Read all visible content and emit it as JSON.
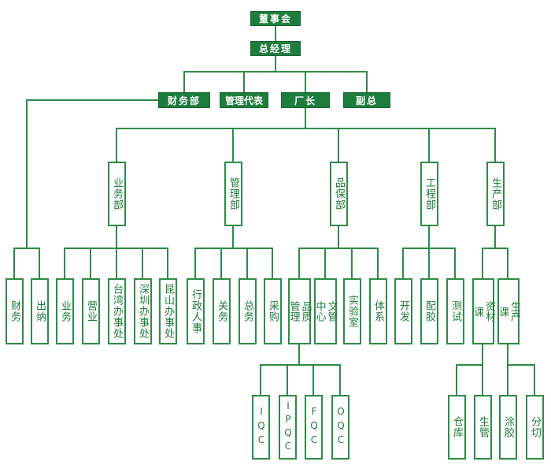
{
  "chart": {
    "board": "董事会",
    "gm": "总经理",
    "level2": {
      "finance": "财务部",
      "mgmt_rep": "管理代表",
      "factory_director": "厂长",
      "vice_gm": "副总"
    },
    "depts": {
      "business": "业务部",
      "admin": "管理部",
      "quality": "品保部",
      "engineering": "工程部",
      "production": "生产部"
    },
    "leaves": {
      "accounting": "财务",
      "cashier": "出纳",
      "sales": "业务",
      "marketing": "营业",
      "taiwan_office": "台湾办事处",
      "shenzhen_office": "深圳办事处",
      "kunshan_office": "昆山办事处",
      "hr": "行政人事",
      "relations": "关务",
      "general_affairs": "总务",
      "purchasing": "采购",
      "qm_line1": "品质",
      "qm_line2": "管理",
      "doc_line1": "文管",
      "doc_line2": "中心",
      "lab": "实验室",
      "system": "体系",
      "development": "开发",
      "compounding": "配胶",
      "testing": "测试",
      "mc_line1": "资材",
      "mc_line2": "课",
      "pd_line1": "生产",
      "pd_line2": "课"
    },
    "sub": {
      "iqc": "IQC",
      "ipqc": "IPQC",
      "fqc": "FQC",
      "oqc": "OQC",
      "warehouse": "仓库",
      "prod_control": "生管",
      "coating": "涂胶",
      "cutting": "分切"
    },
    "colors": {
      "fill": "#1c7d3c",
      "line": "#2e8b47",
      "text": "#1f7a3a"
    }
  }
}
